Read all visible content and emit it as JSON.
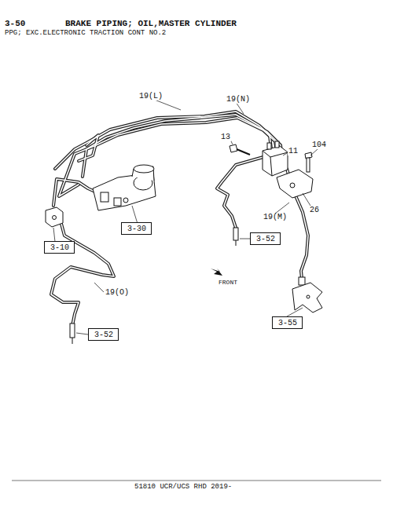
{
  "diagram": {
    "title": "BRAKE PIPING; OIL,MASTER CYLINDER",
    "caption": "PPG; EXC.ELECTRONIC TRACTION CONT NO.2",
    "nodes": [
      {
        "text": [
          "3-30"
        ]
      },
      {
        "text": [
          "3-10"
        ]
      },
      {
        "text": [
          "3-52"
        ]
      },
      {
        "text": [
          "3-52"
        ]
      },
      {
        "text": [
          "3-55"
        ]
      }
    ],
    "labels": [
      "3-50",
      "19(L)",
      "19(N)",
      "13",
      "11",
      "104",
      "26",
      "19(M)",
      "19(O)",
      "FRONT",
      "51810 UCR/UCS RHD 2019-"
    ]
  }
}
